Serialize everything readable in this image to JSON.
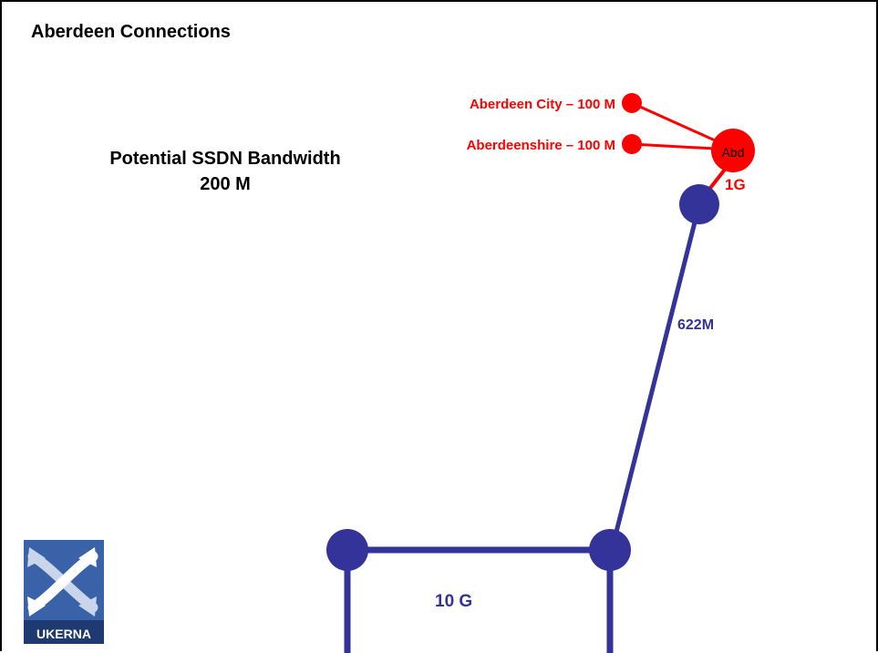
{
  "title": "Aberdeen Connections",
  "bandwidth": {
    "line1": "Potential SSDN Bandwidth",
    "line2": "200 M"
  },
  "nodes": {
    "abd_label": "Abd"
  },
  "links": {
    "aberdeen_city": "Aberdeen City – 100 M",
    "aberdeenshire": "Aberdeenshire – 100 M",
    "abd_uplink": "1G",
    "mid_link": "622M",
    "backbone": "10 G"
  },
  "logo": {
    "text": "UKERNA"
  },
  "colors": {
    "red": "#ff0000",
    "blue": "#333399"
  }
}
